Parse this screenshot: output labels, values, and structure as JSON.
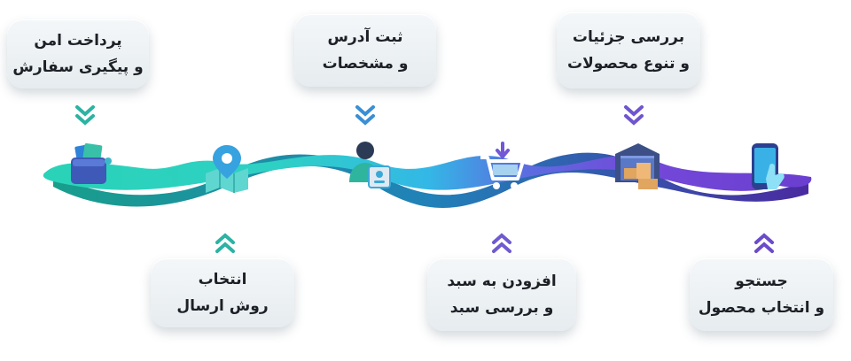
{
  "steps": [
    {
      "line1": "پرداخت امن",
      "line2": "و پیگیری سفارش",
      "icon": "wallet-cards-icon",
      "color": "#24b7a8"
    },
    {
      "line1": "انتخاب",
      "line2": "روش ارسال",
      "icon": "map-location-pin-icon",
      "color": "#29c3b0"
    },
    {
      "line1": "ثبت آدرس",
      "line2": "و مشخصات",
      "icon": "user-id-badge-icon",
      "color": "#2fa8d8"
    },
    {
      "line1": "افزودن به سبد",
      "line2": "و بررسی سبد",
      "icon": "shopping-cart-icon",
      "color": "#7b55d6"
    },
    {
      "line1": "بررسی جزئیات",
      "line2": "و تنوع محصولات",
      "icon": "warehouse-boxes-icon",
      "color": "#7a4fc9"
    },
    {
      "line1": "جستجو",
      "line2": "و انتخاب محصول",
      "icon": "phone-tap-icon",
      "color": "#6d43c4"
    }
  ],
  "colors": {
    "teal": "#2ad3b7",
    "cyan": "#33b8e6",
    "blue": "#4d7fe0",
    "purple": "#7545d6"
  }
}
